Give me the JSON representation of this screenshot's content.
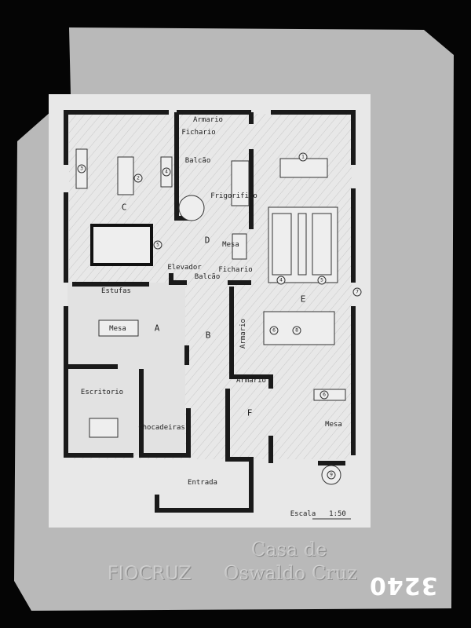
{
  "plan": {
    "rooms": {
      "a": "A",
      "b": "B",
      "c": "C",
      "d": "D",
      "e": "E",
      "f": "F"
    },
    "labels": {
      "armario_top": "Armario",
      "fichario_top": "Fichario",
      "balcao_top": "Balcão",
      "frigorifico": "Frigorifico",
      "mesa_d": "Mesa",
      "elevador": "Elevador",
      "balcao_mid": "Balcão",
      "fichario_mid": "Fichario",
      "estufas": "Estufas",
      "mesa_a": "Mesa",
      "armario_vertical": "Armario",
      "armario_f": "Armario",
      "escritorio": "Escritorio",
      "chocadeiras": "Chocadeiras",
      "mesa_e": "Mesa",
      "entrada": "Entrada",
      "escala": "Escala",
      "escala_value": "1:50"
    },
    "markers": [
      "1",
      "2",
      "3",
      "4",
      "5",
      "4",
      "5",
      "6",
      "6",
      "7",
      "8",
      "9"
    ]
  },
  "watermark": {
    "line1": "Casa de",
    "line2": "Oswaldo Cruz",
    "brand": "FIOCRUZ"
  },
  "negative_number": "3240",
  "colors": {
    "paper": "#e9e9e9",
    "plate": "#b8b8b8",
    "wall": "#1a1a1a"
  }
}
